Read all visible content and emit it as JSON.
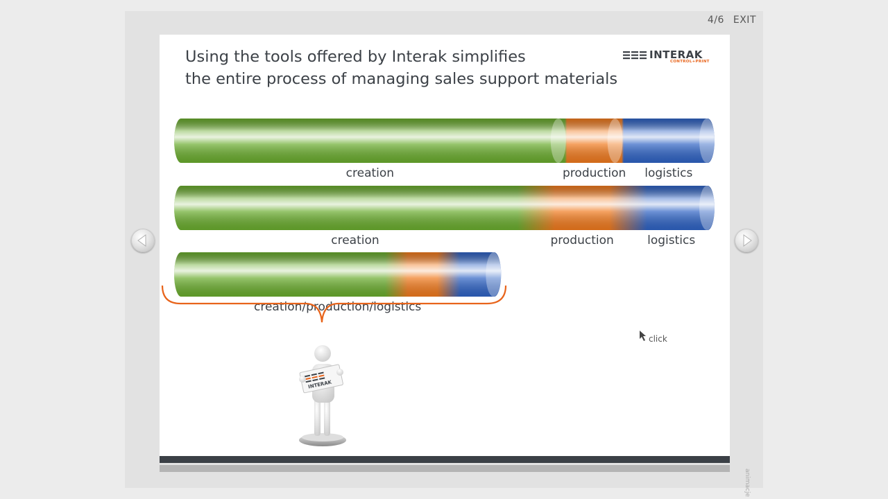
{
  "topbar": {
    "page_indicator": "4/6",
    "exit_label": "EXIT"
  },
  "slide": {
    "title_line1": "Using the tools offered by Interak simplifies",
    "title_line2": "the entire process of managing sales support materials",
    "logo": {
      "name": "INTERAK",
      "tagline": "CONTROL+PRINT",
      "icon": "interak-logo-icon"
    }
  },
  "chart_data": {
    "type": "bar",
    "subtype": "stacked-horizontal-tubes",
    "title": "",
    "categories": [
      "row-1",
      "row-2",
      "row-3"
    ],
    "series": [
      {
        "name": "creation",
        "values": [
          0.725,
          0.67,
          0.68
        ]
      },
      {
        "name": "production",
        "values": [
          0.105,
          0.17,
          0.16
        ]
      },
      {
        "name": "logistics",
        "values": [
          0.17,
          0.16,
          0.16
        ]
      }
    ],
    "row_extent": [
      1.0,
      1.0,
      0.605
    ],
    "row_labels": [
      [
        "creation",
        "production",
        "logistics"
      ],
      [
        "creation",
        "production",
        "logistics"
      ],
      [
        "creation/production/logistics"
      ]
    ],
    "colors": {
      "creation": "#6aac2e",
      "production": "#f07a1e",
      "logistics": "#2f63c4"
    },
    "row_blend": [
      "sharp",
      "soft",
      "soft"
    ],
    "grid": false,
    "legend": "none"
  },
  "navigation": {
    "prev_icon": "arrow-left-icon",
    "next_icon": "arrow-right-icon"
  },
  "hint": {
    "label": "click",
    "icon": "cursor-arrow-icon"
  },
  "figure": {
    "icon": "person-holding-sign-icon",
    "sign_text": "INTERAK"
  },
  "side_label": "animacje"
}
